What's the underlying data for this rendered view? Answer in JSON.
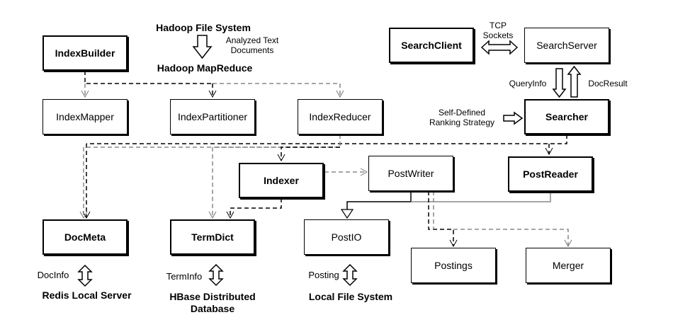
{
  "components": {
    "index_builder": "IndexBuilder",
    "index_mapper": "IndexMapper",
    "index_partitioner": "IndexPartitioner",
    "index_reducer": "IndexReducer",
    "search_client": "SearchClient",
    "search_server": "SearchServer",
    "searcher": "Searcher",
    "indexer": "Indexer",
    "post_writer": "PostWriter",
    "post_reader": "PostReader",
    "doc_meta": "DocMeta",
    "term_dict": "TermDict",
    "post_io": "PostIO",
    "postings": "Postings",
    "merger": "Merger"
  },
  "labels": {
    "hadoop_fs": "Hadoop File System",
    "analyzed_text": "Analyzed Text",
    "documents": "Documents",
    "hadoop_mapreduce": "Hadoop MapReduce",
    "tcp": "TCP",
    "sockets": "Sockets",
    "query_info": "QueryInfo",
    "doc_result": "DocResult",
    "self_defined": "Self-Defined",
    "ranking_strategy": "Ranking Strategy",
    "doc_info": "DocInfo",
    "term_info": "TermInfo",
    "posting": "Posting"
  },
  "storage": {
    "redis": "Redis Local Server",
    "hbase_line1": "HBase Distributed",
    "hbase_line2": "Database",
    "local_fs": "Local File System"
  }
}
